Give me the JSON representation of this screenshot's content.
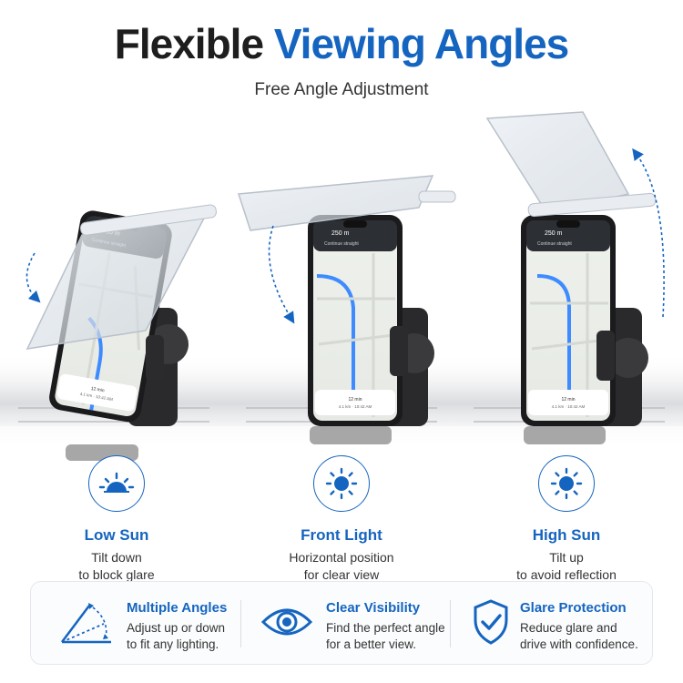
{
  "header": {
    "title_part1": "Flexible",
    "title_part2": "Viewing Angles",
    "subtitle": "Free Angle Adjustment"
  },
  "phone_screen": {
    "distance": "250 m",
    "instruction": "Continue straight",
    "eta_time": "12 min",
    "eta_detail": "4.1 km · 10:42 AM"
  },
  "modes": [
    {
      "icon": "low-sun-icon",
      "title": "Low Sun",
      "line1": "Tilt down",
      "line2": "to block glare"
    },
    {
      "icon": "front-light-icon",
      "title": "Front Light",
      "line1": "Horizontal position",
      "line2": "for clear view"
    },
    {
      "icon": "high-sun-icon",
      "title": "High Sun",
      "line1": "Tilt up",
      "line2": "to avoid reflection"
    }
  ],
  "features": [
    {
      "icon": "angle-icon",
      "title": "Multiple Angles",
      "line1": "Adjust up or down",
      "line2": "to fit any lighting."
    },
    {
      "icon": "eye-icon",
      "title": "Clear Visibility",
      "line1": "Find the perfect angle",
      "line2": "for a better view."
    },
    {
      "icon": "shield-check-icon",
      "title": "Glare Protection",
      "line1": "Reduce glare and",
      "line2": "drive with confidence."
    }
  ],
  "colors": {
    "accent": "#1565c0",
    "title_dark": "#1e1e1e"
  }
}
